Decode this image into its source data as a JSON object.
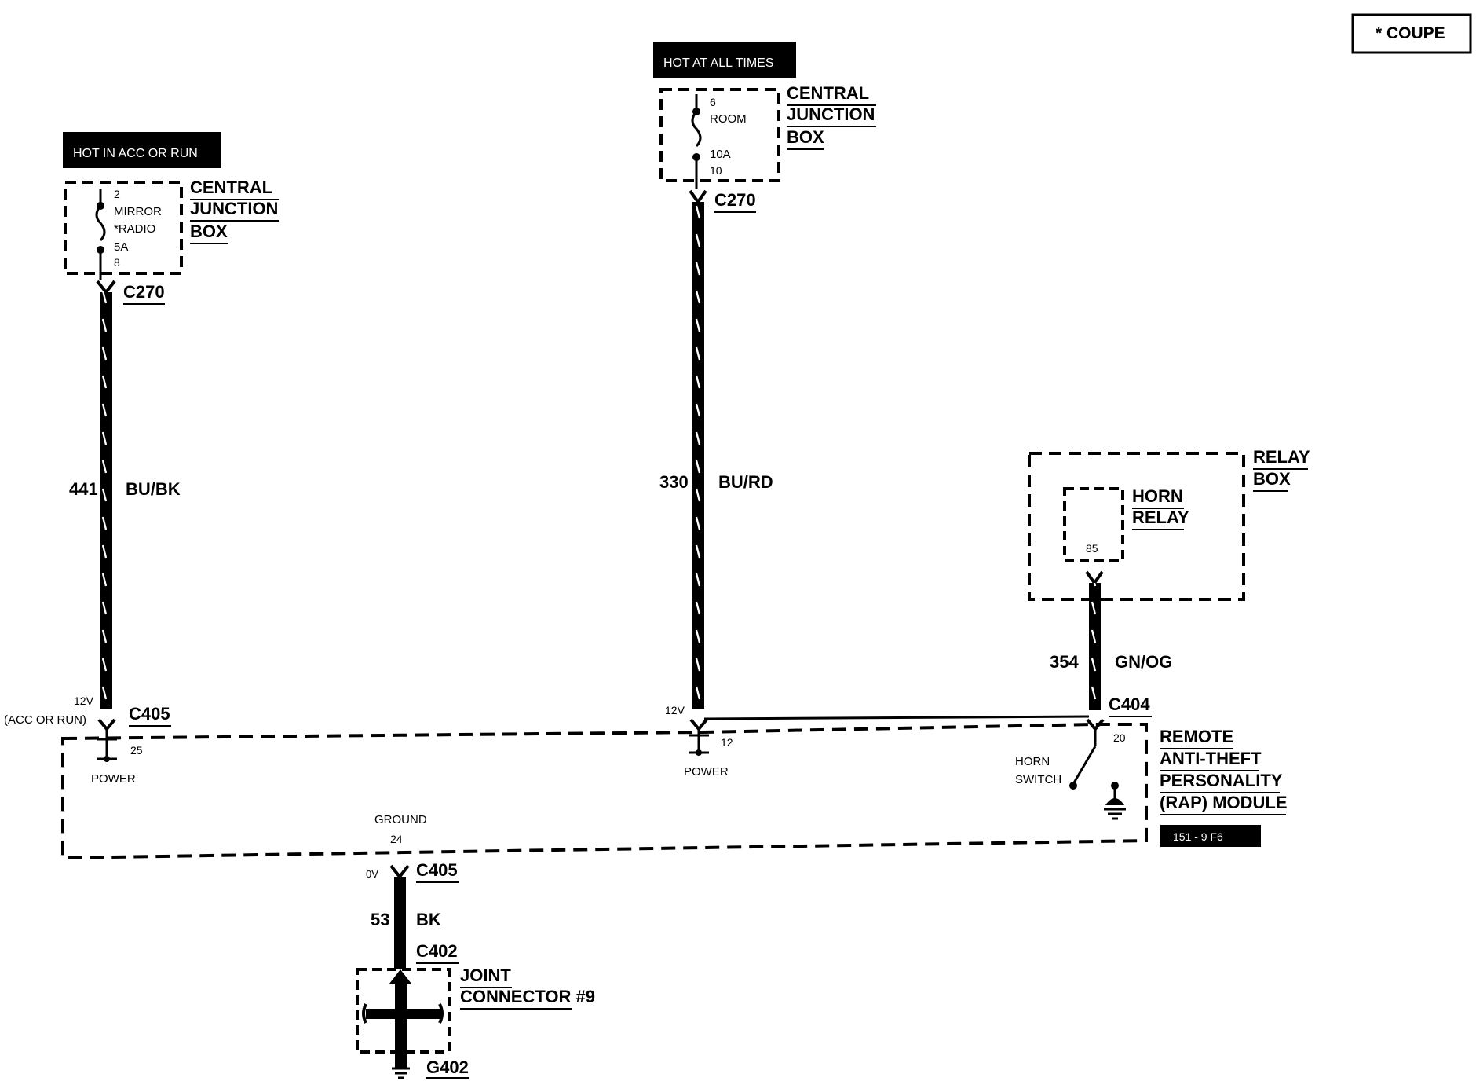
{
  "legend": {
    "note": "* COUPE"
  },
  "left_fuse": {
    "hot_label": "HOT IN ACC OR RUN",
    "pin_in": "2",
    "fuse_name": "MIRROR",
    "fuse_name2": "*RADIO",
    "rating": "5A",
    "pin_out": "8",
    "box_label": [
      "CENTRAL",
      "JUNCTION",
      "BOX"
    ],
    "connector": "C270"
  },
  "center_fuse": {
    "hot_label": "HOT AT ALL TIMES",
    "pin_in": "6",
    "fuse_name": "ROOM",
    "rating": "10A",
    "pin_out": "10",
    "box_label": [
      "CENTRAL",
      "JUNCTION",
      "BOX"
    ],
    "connector": "C270"
  },
  "wires": {
    "left": {
      "circuit": "441",
      "color": "BU/BK"
    },
    "center": {
      "circuit": "330",
      "color": "BU/RD"
    },
    "right": {
      "circuit": "354",
      "color": "GN/OG"
    },
    "ground": {
      "circuit": "53",
      "color": "BK"
    }
  },
  "relay_box": {
    "label": [
      "RELAY",
      "BOX"
    ],
    "relay_label": [
      "HORN",
      "RELAY"
    ],
    "pin": "85"
  },
  "module": {
    "label": [
      "REMOTE",
      "ANTI-THEFT",
      "PERSONALITY",
      "(RAP) MODULE"
    ],
    "left_voltage": "12V",
    "left_voltage_note": "(ACC OR RUN)",
    "left_connector": "C405",
    "left_pin": "25",
    "left_pin_label": "POWER",
    "center_voltage": "12V",
    "center_pin": "12",
    "center_pin_label": "POWER",
    "right_connector": "C404",
    "right_pin": "20",
    "horn_switch": [
      "HORN",
      "SWITCH"
    ],
    "ground_label": "GROUND",
    "ground_pin": "24",
    "figure_id": "151 - 9 F6"
  },
  "ground_path": {
    "voltage": "0V",
    "connector_top": "C405",
    "connector_bottom": "C402",
    "joint_label": [
      "JOINT",
      "CONNECTOR #9"
    ],
    "ground_id": "G402"
  }
}
